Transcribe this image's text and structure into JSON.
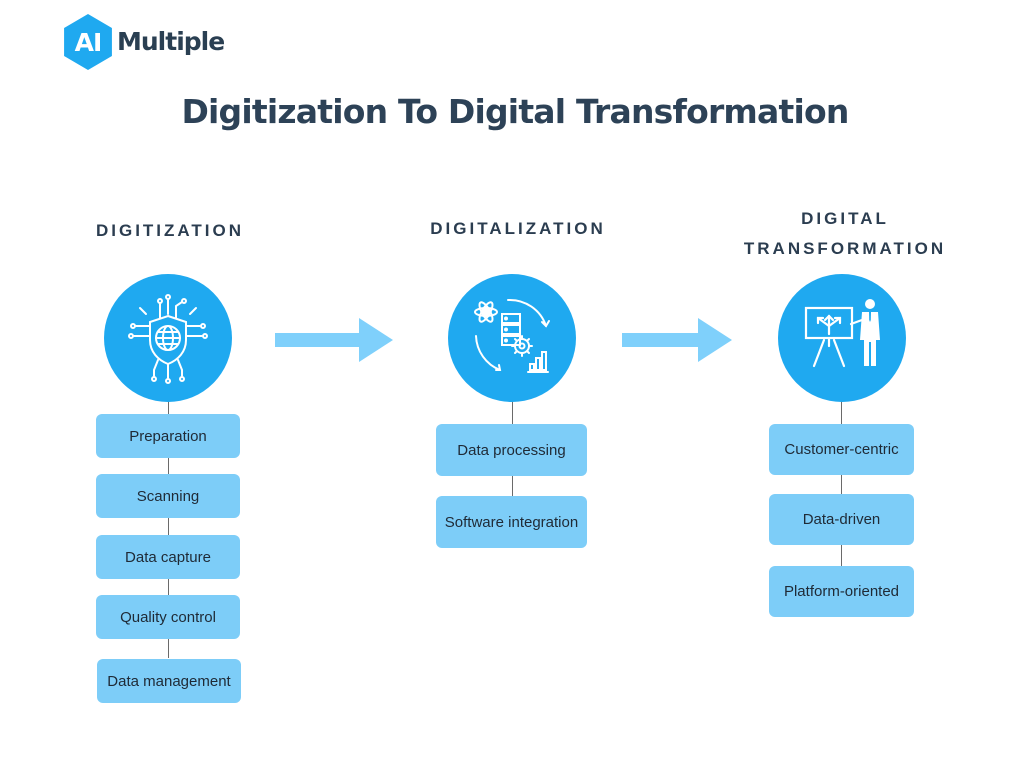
{
  "logo": {
    "mark_text": "AI",
    "word_text": "Multiple"
  },
  "title": "Digitization To Digital Transformation",
  "colors": {
    "accent": "#1fa9f0",
    "box": "#7dcdf8",
    "arrow": "#7fd0fb",
    "text": "#2d4257"
  },
  "columns": [
    {
      "heading_lines": [
        "DIGITIZATION"
      ],
      "icon": "circuit-globe-icon",
      "steps": [
        "Preparation",
        "Scanning",
        "Data capture",
        "Quality control",
        "Data management"
      ]
    },
    {
      "heading_lines": [
        "DIGITALIZATION"
      ],
      "icon": "data-processing-icon",
      "steps": [
        "Data processing",
        "Software integration"
      ]
    },
    {
      "heading_lines": [
        "DIGITAL",
        "TRANSFORMATION"
      ],
      "icon": "presentation-board-icon",
      "steps": [
        "Customer-centric",
        "Data-driven",
        "Platform-oriented"
      ]
    }
  ]
}
